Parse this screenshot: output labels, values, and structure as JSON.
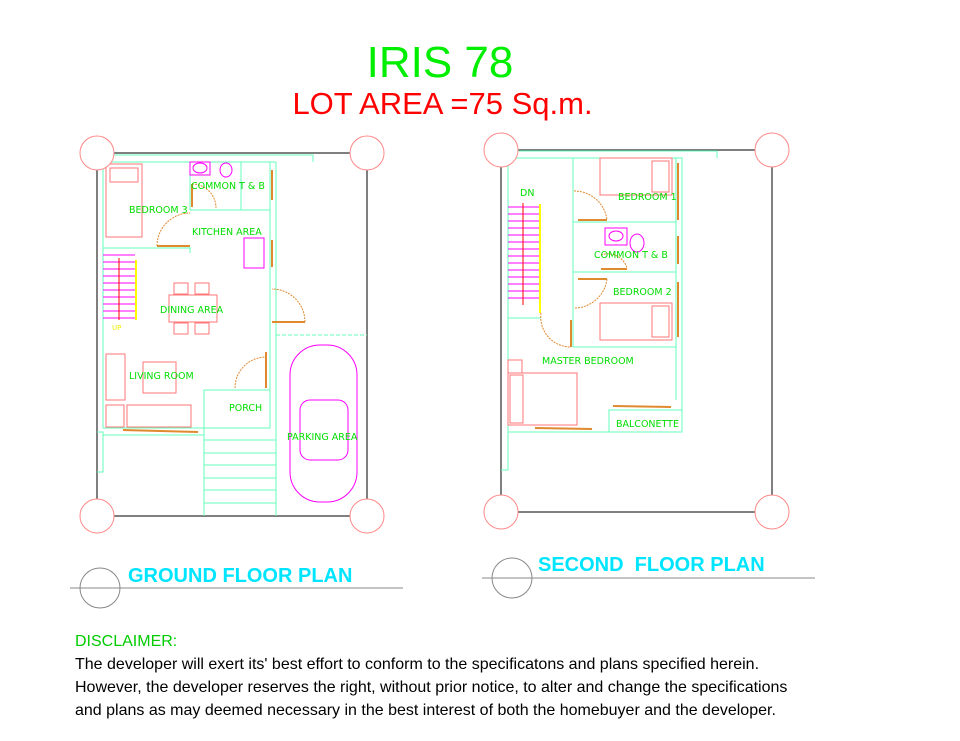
{
  "header": {
    "title": "IRIS 78",
    "lot_area": "LOT AREA =75 Sq.m."
  },
  "ground_floor": {
    "title": "GROUND FLOOR PLAN",
    "rooms": [
      "BEDROOM 3",
      "COMMON T & B",
      "KITCHEN AREA",
      "DINING AREA",
      "LIVING ROOM",
      "PORCH",
      "PARKING AREA"
    ],
    "stair_label": "UP"
  },
  "second_floor": {
    "title": "SECOND  FLOOR PLAN",
    "rooms": [
      "BEDROOM 1",
      "COMMON T & B",
      "BEDROOM 2",
      "MASTER BEDROOM",
      "BALCONETTE"
    ],
    "stair_label": "DN"
  },
  "disclaimer": {
    "heading": "DISCLAIMER:",
    "lines": [
      "The developer will exert its' best effort to conform to the specificatons and plans specified herein.",
      "However, the developer reserves the right, without  prior notice, to alter and change the specifications",
      "and plans as may deemed necessary in the best interest of both the homebuyer and the developer."
    ]
  },
  "colors": {
    "wall": "#66ffbb",
    "furniture": "#ff6666",
    "fixture": "#ff00ff",
    "door": "#e08a30",
    "title": "#00ee00",
    "lot": "#ff0000",
    "plan_title": "#00e5ff"
  }
}
